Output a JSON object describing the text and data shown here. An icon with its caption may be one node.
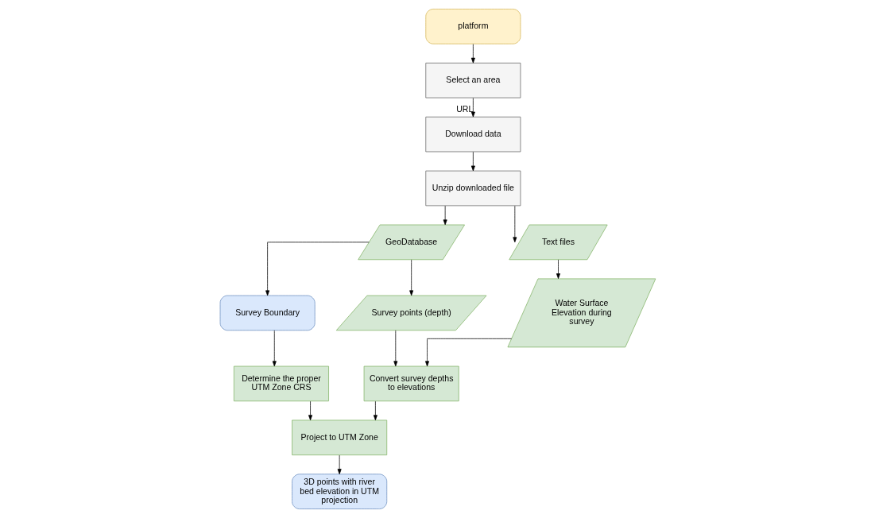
{
  "diagram": {
    "nodes": [
      {
        "text": [
          "platform"
        ]
      },
      {
        "text": [
          "Select an area"
        ]
      },
      {
        "text": [
          "Download data"
        ]
      },
      {
        "text": [
          "Unzip downloaded file"
        ]
      },
      {
        "text": [
          "GeoDatabase"
        ]
      },
      {
        "text": [
          "Text files"
        ]
      },
      {
        "text": [
          "Survey Boundary"
        ]
      },
      {
        "text": [
          "Survey points (depth)"
        ]
      },
      {
        "text": [
          "Water Surface Elevation during survey"
        ]
      },
      {
        "text": [
          "Determine the proper UTM Zone CRS"
        ]
      },
      {
        "text": [
          "Convert survey depths to elevations"
        ]
      },
      {
        "text": [
          "Project to UTM Zone"
        ]
      },
      {
        "text": [
          "3D points with river bed elevation in UTM projection"
        ]
      }
    ],
    "edges": [
      {
        "from": 0,
        "to": 1,
        "arrow": "to"
      },
      {
        "from": 1,
        "to": 2,
        "arrow": "to",
        "label": "URL"
      },
      {
        "from": 2,
        "to": 3,
        "arrow": "to"
      },
      {
        "from": 3,
        "to": 4,
        "arrow": "to"
      },
      {
        "from": 3,
        "to": 5,
        "arrow": "to"
      },
      {
        "from": 4,
        "to": 6,
        "arrow": "to"
      },
      {
        "from": 4,
        "to": 7,
        "arrow": "to"
      },
      {
        "from": 5,
        "to": 8,
        "arrow": "to"
      },
      {
        "from": 6,
        "to": 9,
        "arrow": "to"
      },
      {
        "from": 7,
        "to": 10,
        "arrow": "to"
      },
      {
        "from": 8,
        "to": 10,
        "arrow": "to"
      },
      {
        "from": 9,
        "to": 11,
        "arrow": "to"
      },
      {
        "from": 10,
        "to": 11,
        "arrow": "to"
      },
      {
        "from": 11,
        "to": 12,
        "arrow": "to"
      }
    ]
  }
}
